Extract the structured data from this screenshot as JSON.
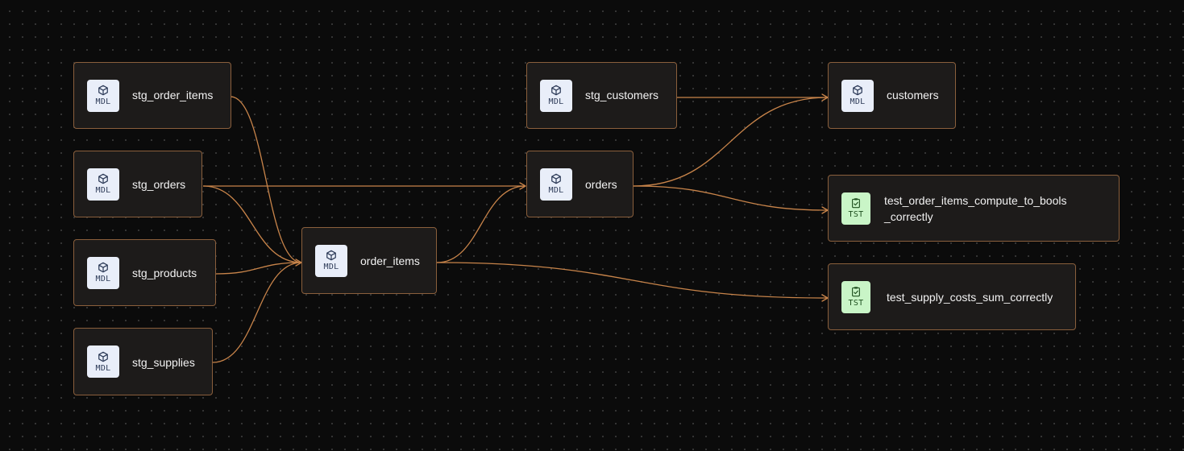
{
  "nodes": [
    {
      "id": "stg_order_items",
      "label": "stg_order_items",
      "badge": "MDL",
      "icon": "cube-icon"
    },
    {
      "id": "stg_orders",
      "label": "stg_orders",
      "badge": "MDL",
      "icon": "cube-icon"
    },
    {
      "id": "stg_products",
      "label": "stg_products",
      "badge": "MDL",
      "icon": "cube-icon"
    },
    {
      "id": "stg_supplies",
      "label": "stg_supplies",
      "badge": "MDL",
      "icon": "cube-icon"
    },
    {
      "id": "order_items",
      "label": "order_items",
      "badge": "MDL",
      "icon": "cube-icon"
    },
    {
      "id": "stg_customers",
      "label": "stg_customers",
      "badge": "MDL",
      "icon": "cube-icon"
    },
    {
      "id": "orders",
      "label": "orders",
      "badge": "MDL",
      "icon": "cube-icon"
    },
    {
      "id": "customers",
      "label": "customers",
      "badge": "MDL",
      "icon": "cube-icon"
    },
    {
      "id": "test_order_items",
      "label_line1": "test_order_items_compute_to_bools",
      "label_line2": "_correctly",
      "badge": "TST",
      "icon": "clipboard-check-icon"
    },
    {
      "id": "test_supply_costs",
      "label": "test_supply_costs_sum_correctly",
      "badge": "TST",
      "icon": "clipboard-check-icon"
    }
  ],
  "edges": [
    {
      "from": "stg_order_items",
      "to": "order_items"
    },
    {
      "from": "stg_orders",
      "to": "order_items"
    },
    {
      "from": "stg_orders",
      "to": "orders"
    },
    {
      "from": "stg_products",
      "to": "order_items"
    },
    {
      "from": "stg_supplies",
      "to": "order_items"
    },
    {
      "from": "order_items",
      "to": "orders"
    },
    {
      "from": "order_items",
      "to": "test_supply_costs"
    },
    {
      "from": "stg_customers",
      "to": "customers"
    },
    {
      "from": "orders",
      "to": "customers"
    },
    {
      "from": "orders",
      "to": "test_order_items"
    }
  ],
  "colors": {
    "edge": "#c8844a",
    "node_border": "#8a5f3c",
    "node_bg": "#1d1b1a",
    "mdl_badge": "#e9eef9",
    "tst_badge": "#c9f5c7"
  }
}
